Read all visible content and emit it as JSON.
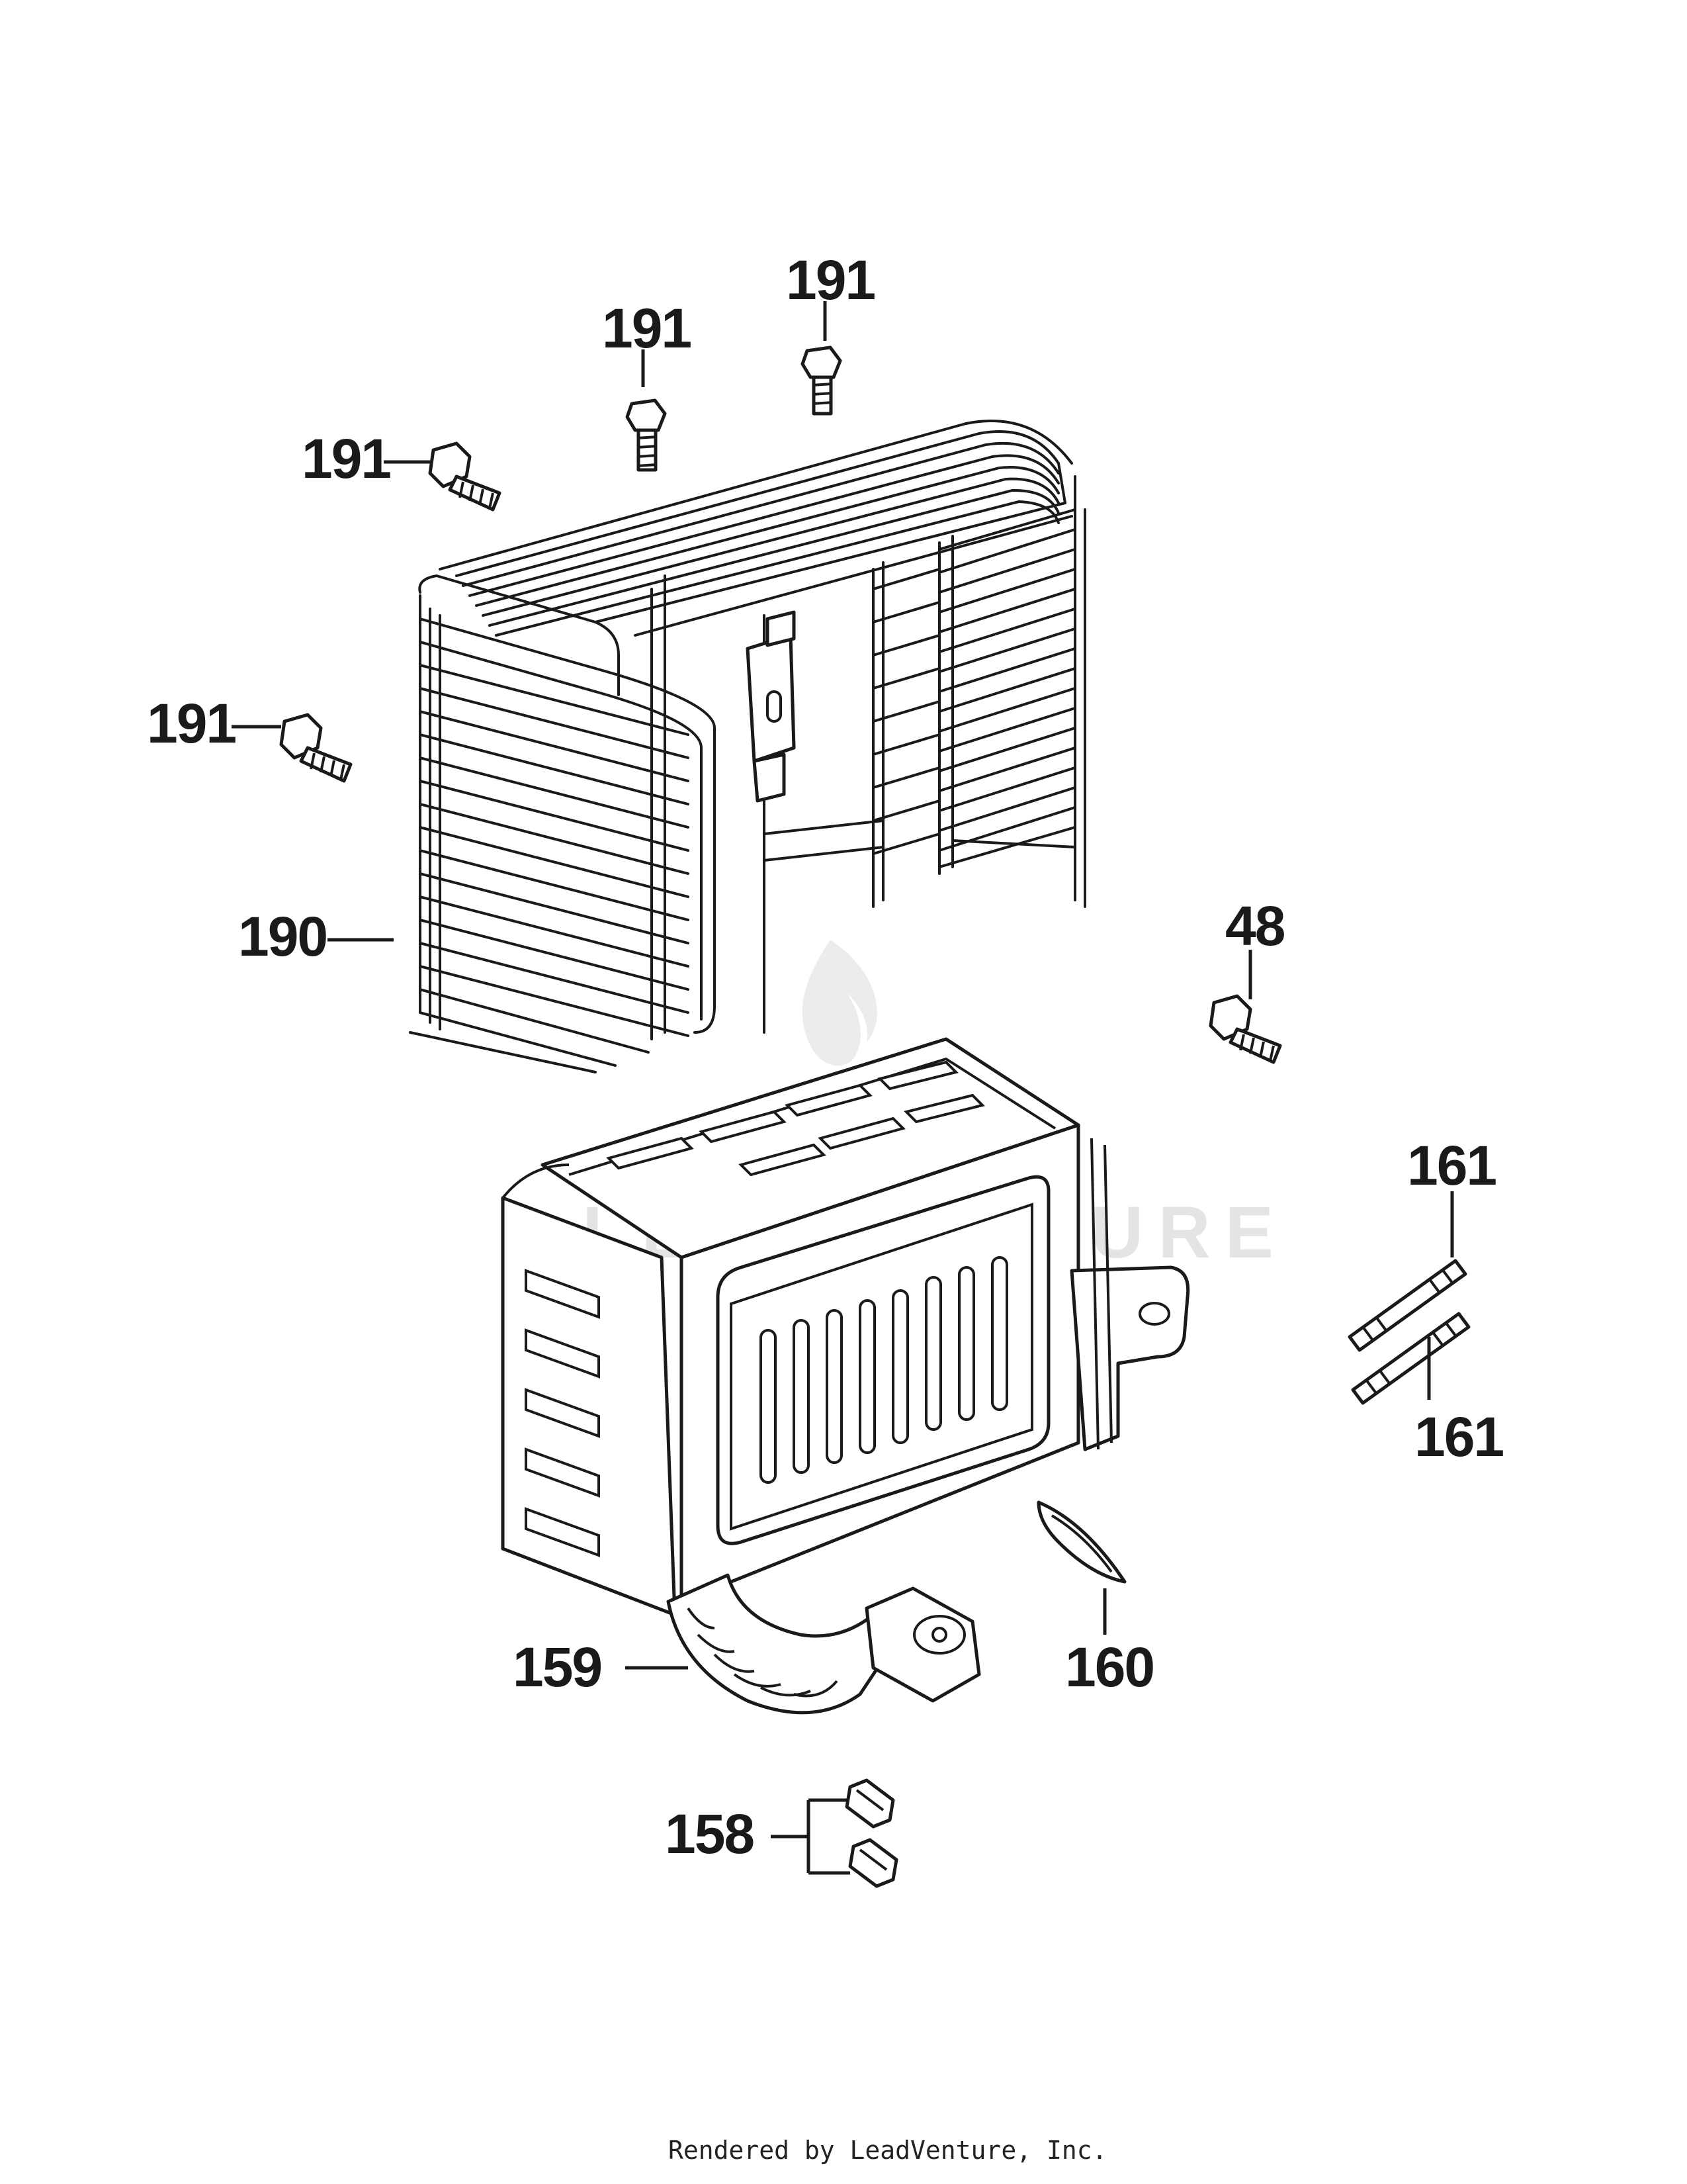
{
  "labels": {
    "cap_screw_top_center": "191",
    "cap_screw_top_right": "191",
    "cap_screw_upper_left": "191",
    "cap_screw_mid_left": "191",
    "guard": "190",
    "screw_48": "48",
    "stud_upper": "161",
    "stud_lower": "161",
    "gasket": "160",
    "exhaust_pipe": "159",
    "nut": "158"
  },
  "watermark": "LEADVENTURE",
  "footer": "Rendered by LeadVenture, Inc."
}
